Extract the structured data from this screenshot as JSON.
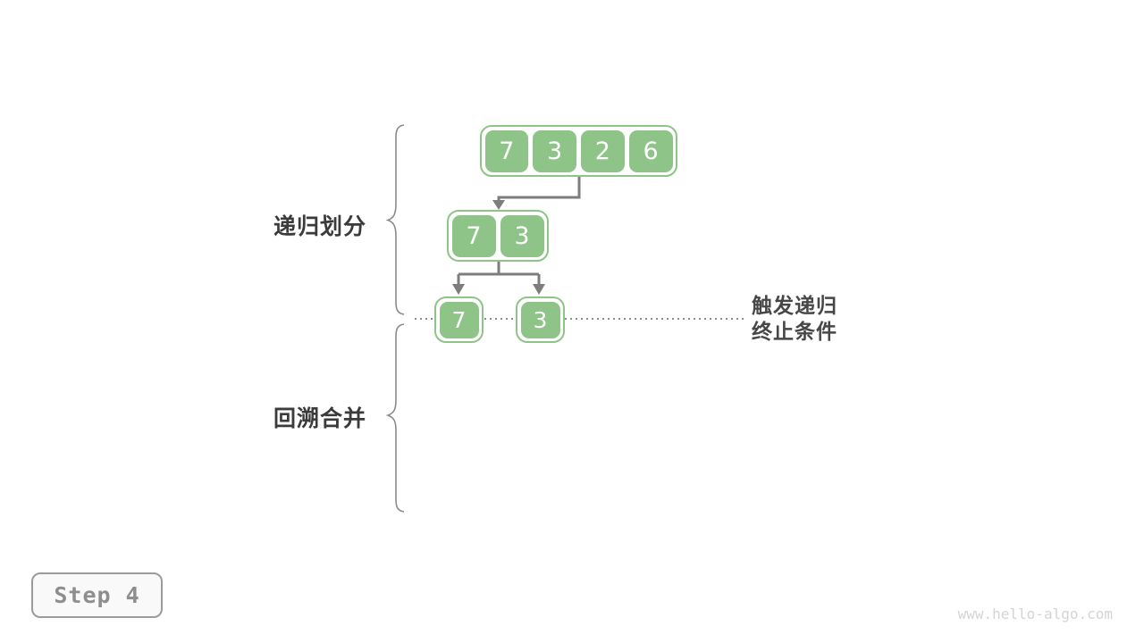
{
  "diagram": {
    "phase_labels": {
      "divide": "递归划分",
      "merge": "回溯合并"
    },
    "termination_note": {
      "line1": "触发递归",
      "line2": "终止条件"
    },
    "arrays": [
      {
        "id": "level-1",
        "values": [
          "7",
          "3",
          "2",
          "6"
        ]
      },
      {
        "id": "level-2",
        "values": [
          "7",
          "3"
        ]
      },
      {
        "id": "level-3-left",
        "values": [
          "7"
        ]
      },
      {
        "id": "level-3-right",
        "values": [
          "3"
        ]
      }
    ],
    "colors": {
      "cell_green": "#8ec487",
      "arrow_gray": "#7d7d7d",
      "brace_gray": "#8a8a8a",
      "dotted_line_gray": "#8c8c8c",
      "label_text": "#3b3b3b"
    }
  },
  "footer": {
    "step_badge": "Step 4",
    "watermark": "www.hello-algo.com"
  }
}
